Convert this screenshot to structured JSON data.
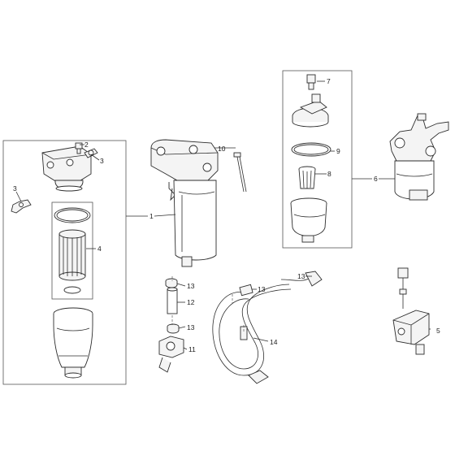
{
  "colors": {
    "line": "#2e2e2e",
    "fill": "#f4f4f4",
    "background": "#ffffff"
  },
  "callouts": {
    "c1": "1",
    "c2": "2",
    "c3a": "3",
    "c3b": "3",
    "c4": "4",
    "c5": "5",
    "c6": "6",
    "c7": "7",
    "c8": "8",
    "c9": "9",
    "c10": "10",
    "c11": "11",
    "c12": "12",
    "c13a": "13",
    "c13b": "13",
    "c13c": "13",
    "c13d": "13",
    "c14": "14"
  }
}
